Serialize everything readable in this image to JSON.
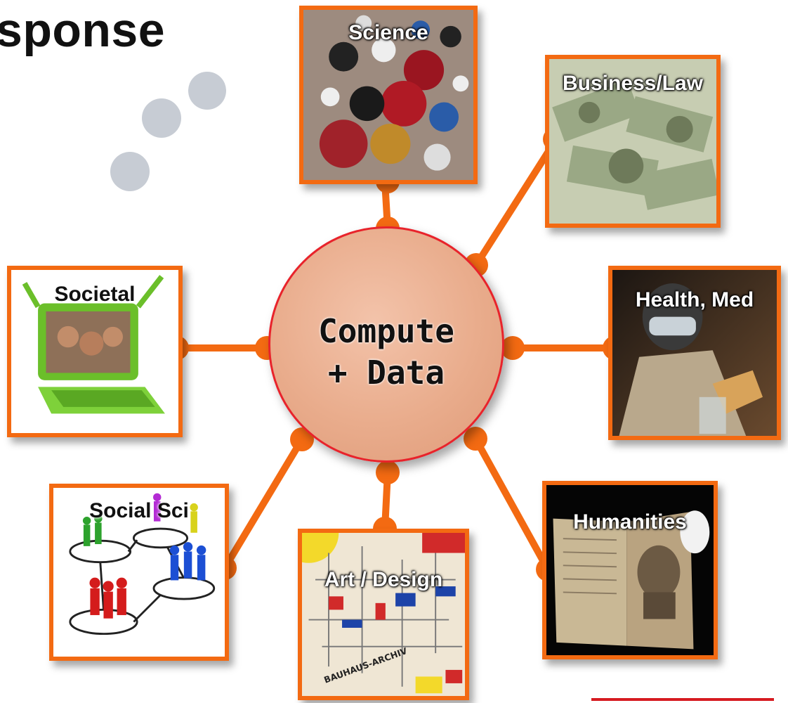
{
  "title": "sponse",
  "center": {
    "line1": "Compute",
    "line2": "+ Data"
  },
  "panels": {
    "science": "Science",
    "business": "Business/Law",
    "societal": "Societal",
    "health": "Health, Med",
    "social": "Social Sci",
    "art": "Art / Design",
    "humanities": "Humanities"
  },
  "colors": {
    "accent": "#f36a12",
    "hub_border": "#e8232b",
    "hub_fill": "#e9ac8c",
    "dots": "#c7ccd4"
  }
}
